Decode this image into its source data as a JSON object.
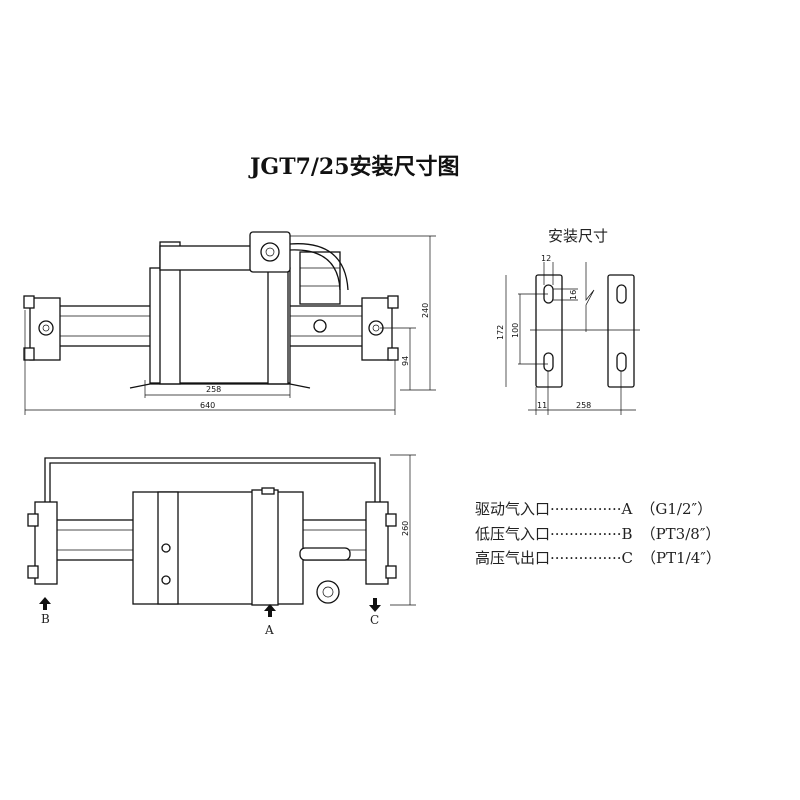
{
  "title": "JGT7/25安装尺寸图",
  "mount_title": "安装尺寸",
  "top_view_dims": {
    "inner_width": "258",
    "overall_width": "640",
    "height": "240",
    "axis_height": "94"
  },
  "mount_dims": {
    "slot_width": "12",
    "slot_length": "16",
    "height": "172",
    "hole_spacing": "100",
    "edge_offset": "11",
    "spacing": "258"
  },
  "front_view_dims": {
    "height": "260"
  },
  "ports": {
    "a": "A",
    "b": "B",
    "c": "C"
  },
  "legend": [
    {
      "name": "驱动气入口",
      "dots": "···············",
      "port": "A",
      "spec": "（G1/2″）"
    },
    {
      "name": "低压气入口",
      "dots": "···············",
      "port": "B",
      "spec": "（PT3/8″）"
    },
    {
      "name": "高压气出口",
      "dots": "···············",
      "port": "C",
      "spec": "（PT1/4″）"
    }
  ]
}
